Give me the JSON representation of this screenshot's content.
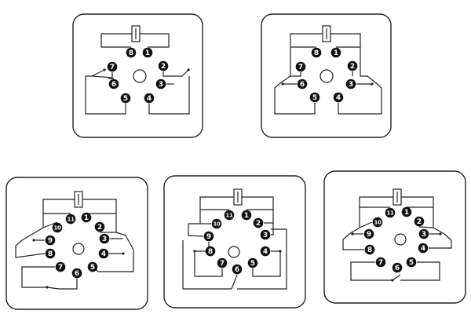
{
  "colors": {
    "stroke": "#222222",
    "pin_fill": "#111111",
    "pin_text": "#ffffff",
    "background": "#ffffff"
  },
  "diagrams": [
    {
      "id": "relay-8pin-a",
      "pins": [
        "1",
        "2",
        "3",
        "4",
        "5",
        "6",
        "7",
        "8"
      ]
    },
    {
      "id": "relay-8pin-b",
      "pins": [
        "1",
        "2",
        "3",
        "4",
        "5",
        "6",
        "7",
        "8"
      ]
    },
    {
      "id": "relay-11pin-a",
      "pins": [
        "1",
        "2",
        "3",
        "4",
        "5",
        "6",
        "7",
        "8",
        "9",
        "10",
        "11"
      ]
    },
    {
      "id": "relay-11pin-b",
      "pins": [
        "1",
        "2",
        "3",
        "4",
        "5",
        "6",
        "7",
        "8",
        "9",
        "10",
        "11"
      ]
    },
    {
      "id": "relay-11pin-c",
      "pins": [
        "1",
        "2",
        "3",
        "4",
        "5",
        "6",
        "7",
        "8",
        "9",
        "10",
        "11"
      ]
    }
  ]
}
